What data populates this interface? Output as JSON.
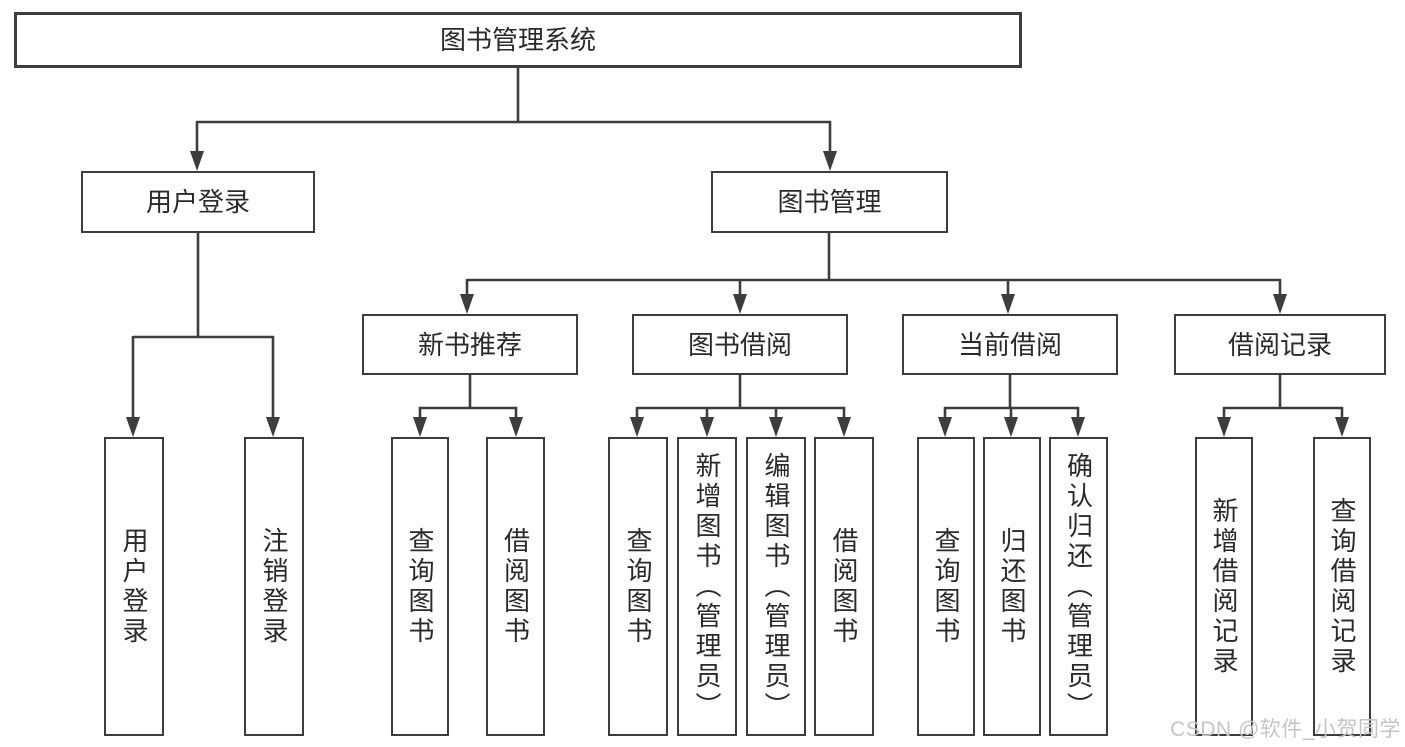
{
  "colors": {
    "line": "#3d3d3d",
    "border": "#3d3d3d",
    "text": "#2a2a2a",
    "background": "#ffffff",
    "watermark": "#c6c4c4"
  },
  "watermark": {
    "text": "CSDN @软件_小贺同学"
  },
  "tree": {
    "root": {
      "label": "图书管理系统"
    },
    "children": [
      {
        "label": "用户登录",
        "children": [
          {
            "label": "用户登录"
          },
          {
            "label": "注销登录"
          }
        ]
      },
      {
        "label": "图书管理",
        "children": [
          {
            "label": "新书推荐",
            "children": [
              {
                "label": "查询图书"
              },
              {
                "label": "借阅图书"
              }
            ]
          },
          {
            "label": "图书借阅",
            "children": [
              {
                "label": "查询图书"
              },
              {
                "label": "新增图书（管理员）"
              },
              {
                "label": "编辑图书（管理员）"
              },
              {
                "label": "借阅图书"
              }
            ]
          },
          {
            "label": "当前借阅",
            "children": [
              {
                "label": "查询图书"
              },
              {
                "label": "归还图书"
              },
              {
                "label": "确认归还（管理员）"
              }
            ]
          },
          {
            "label": "借阅记录",
            "children": [
              {
                "label": "新增借阅记录"
              },
              {
                "label": "查询借阅记录"
              }
            ]
          }
        ]
      }
    ]
  }
}
